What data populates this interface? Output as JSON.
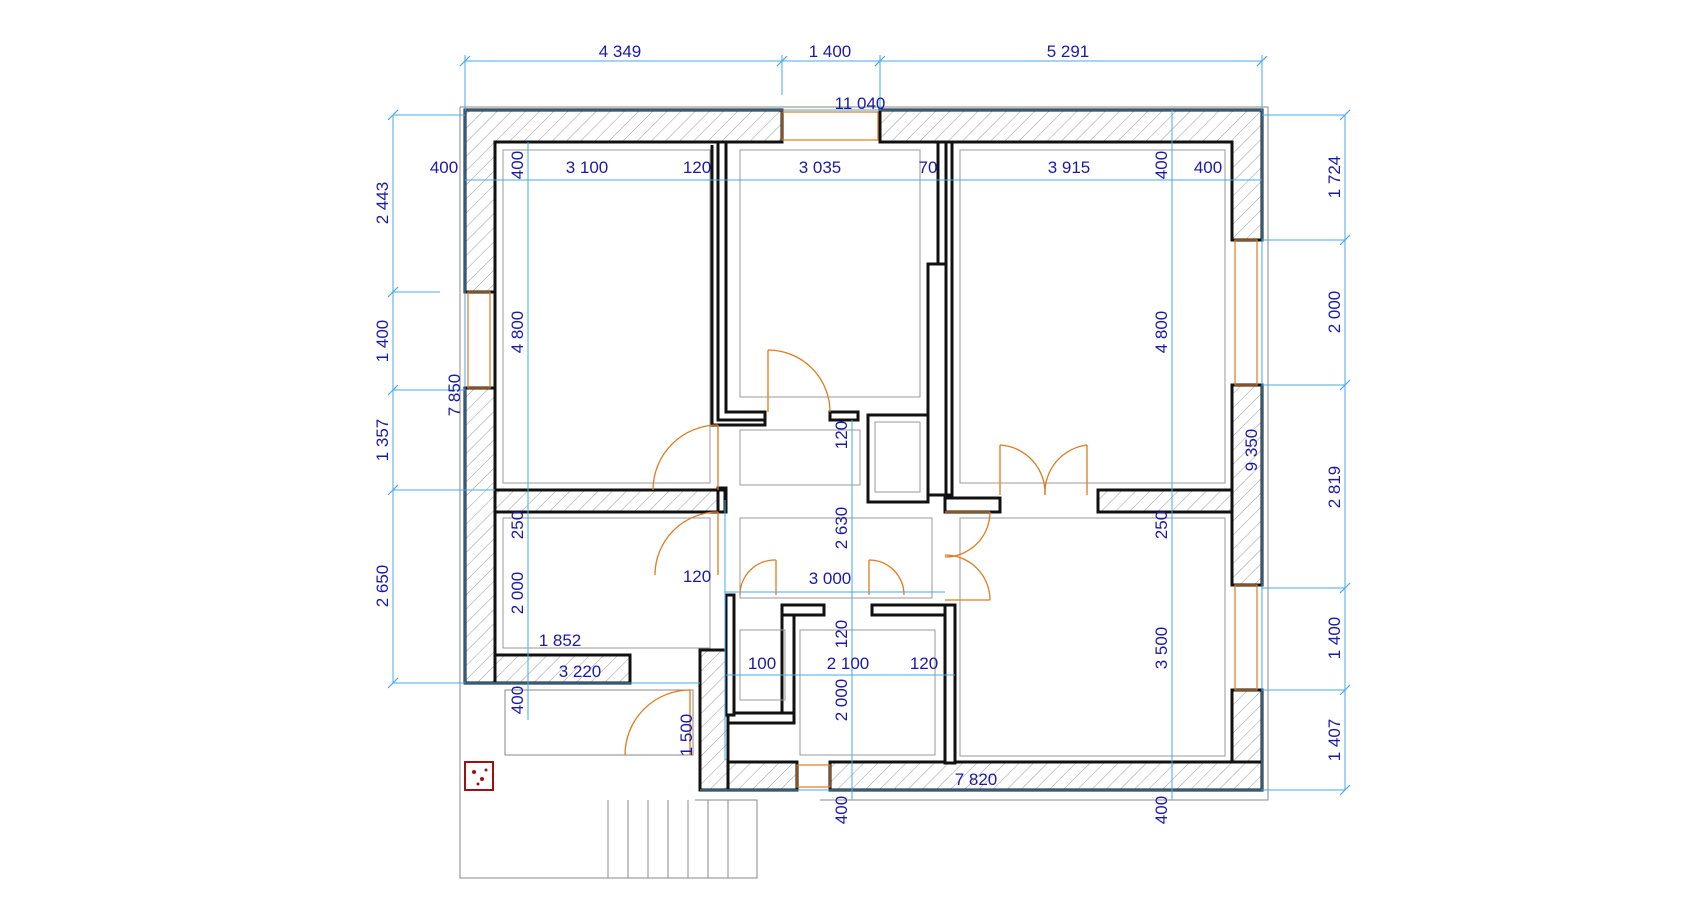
{
  "plan": {
    "dimensions": {
      "top_segments": [
        "4 349",
        "1 400",
        "5 291"
      ],
      "overall_width": "11 040",
      "left_segments": [
        "2 443",
        "1 400",
        "1 357",
        "2 650"
      ],
      "left_height": "7 850",
      "right_segments": [
        "1 724",
        "2 000",
        "2 819",
        "1 400",
        "1 407"
      ],
      "right_height": "9 350",
      "row1": [
        "400",
        "400",
        "3 100",
        "120",
        "3 035",
        "70",
        "3 915",
        "400",
        "400"
      ],
      "room_heights": {
        "left_top": "4 800",
        "right_top": "4 800",
        "right_bottom": "3 500",
        "left_bottom": "2 000",
        "bath": "2 000"
      },
      "wall_labels": {
        "left_250": "250",
        "right_250": "250",
        "hall_120": "120",
        "hall_2630": "2 630",
        "corr_120": "120",
        "corr_3000": "3 000",
        "bath_120": "120"
      },
      "lower_left": {
        "w1852": "1 852",
        "w3220": "3 220",
        "w400": "400",
        "w1500": "1 500"
      },
      "bath_row": {
        "w100": "100",
        "w2100": "2 100",
        "w120": "120"
      },
      "bottom": {
        "w7820": "7 820",
        "b400a": "400",
        "b400b": "400"
      }
    },
    "colors": {
      "dimension_text": "#1a1aa6",
      "dimension_line": "#4aa8e8",
      "door_arc": "#e07a1e",
      "wall": "#111111"
    }
  }
}
